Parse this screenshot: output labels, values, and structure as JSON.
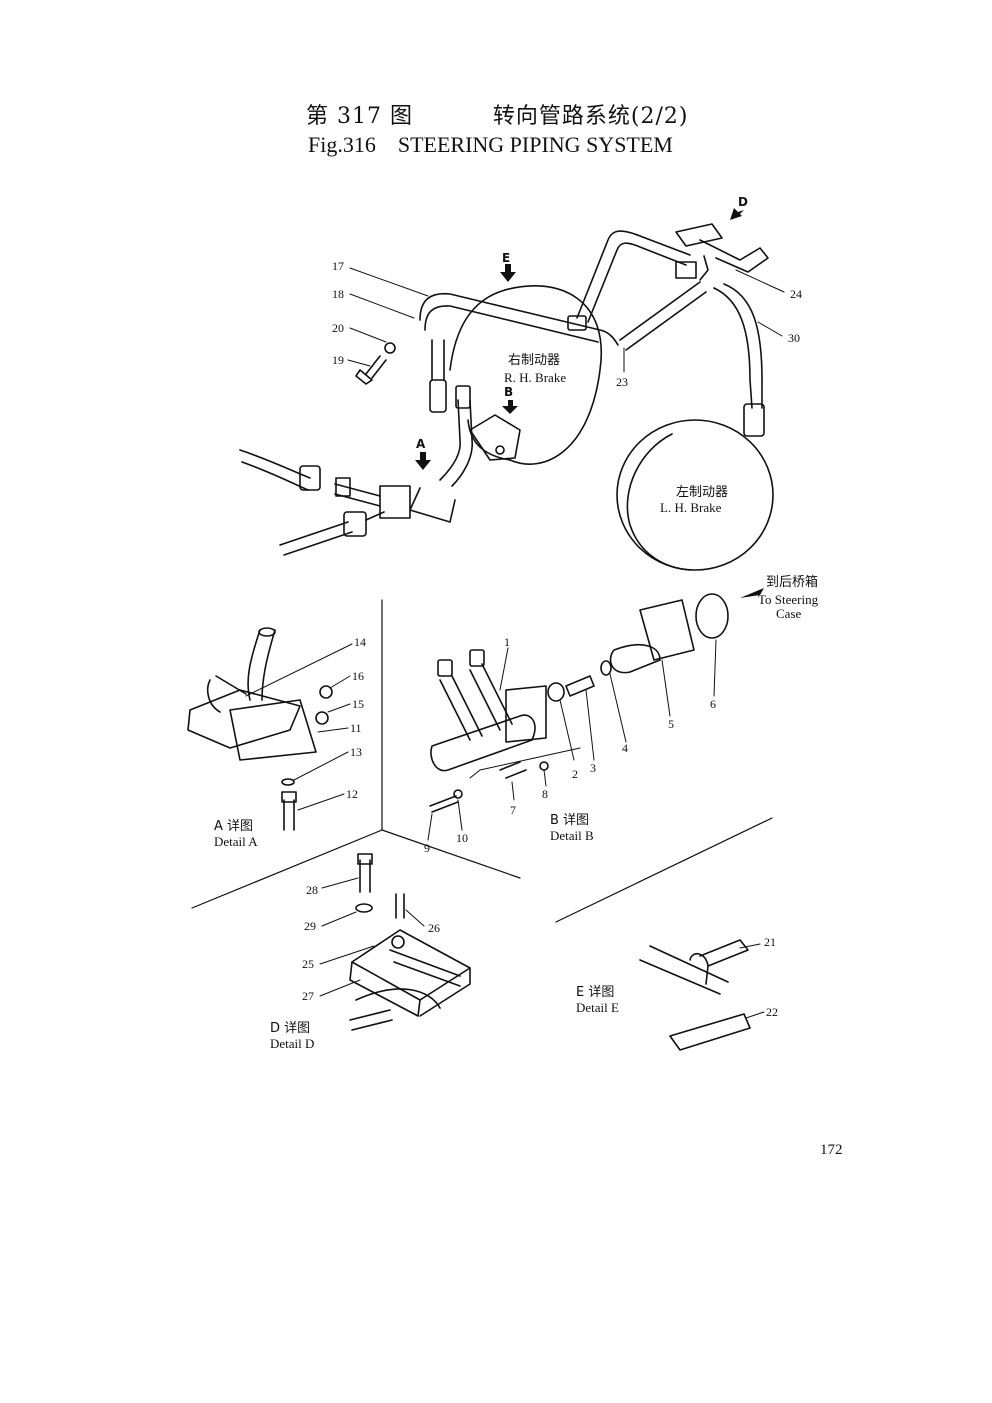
{
  "header": {
    "title_cn": "第 317 图          转向管路系统(2/2)",
    "title_en": "Fig.316    STEERING PIPING SYSTEM"
  },
  "page_number": "172",
  "view_callouts": [
    "E",
    "D",
    "B",
    "A"
  ],
  "brakes": {
    "rh_cn": "右制动器",
    "rh_en": "R. H. Brake",
    "lh_cn": "左制动器",
    "lh_en": "L. H. Brake"
  },
  "to_case": {
    "cn": "到后桥箱",
    "en1": "To Steering",
    "en2": "Case"
  },
  "details": {
    "a_cn": "A 详图",
    "a_en": "Detail A",
    "b_cn": "B 详图",
    "b_en": "Detail B",
    "d_cn": "D 详图",
    "d_en": "Detail D",
    "e_cn": "E 详图",
    "e_en": "Detail E"
  },
  "part_numbers": {
    "p1": "1",
    "p2": "2",
    "p3": "3",
    "p4": "4",
    "p5": "5",
    "p6": "6",
    "p7": "7",
    "p8": "8",
    "p9": "9",
    "p10": "10",
    "p11": "11",
    "p12": "12",
    "p13": "13",
    "p14": "14",
    "p15": "15",
    "p16": "16",
    "p17": "17",
    "p18": "18",
    "p19": "19",
    "p20": "20",
    "p21": "21",
    "p22": "22",
    "p23": "23",
    "p24": "24",
    "p25": "25",
    "p26": "26",
    "p27": "27",
    "p28": "28",
    "p29": "29",
    "p30": "30"
  }
}
